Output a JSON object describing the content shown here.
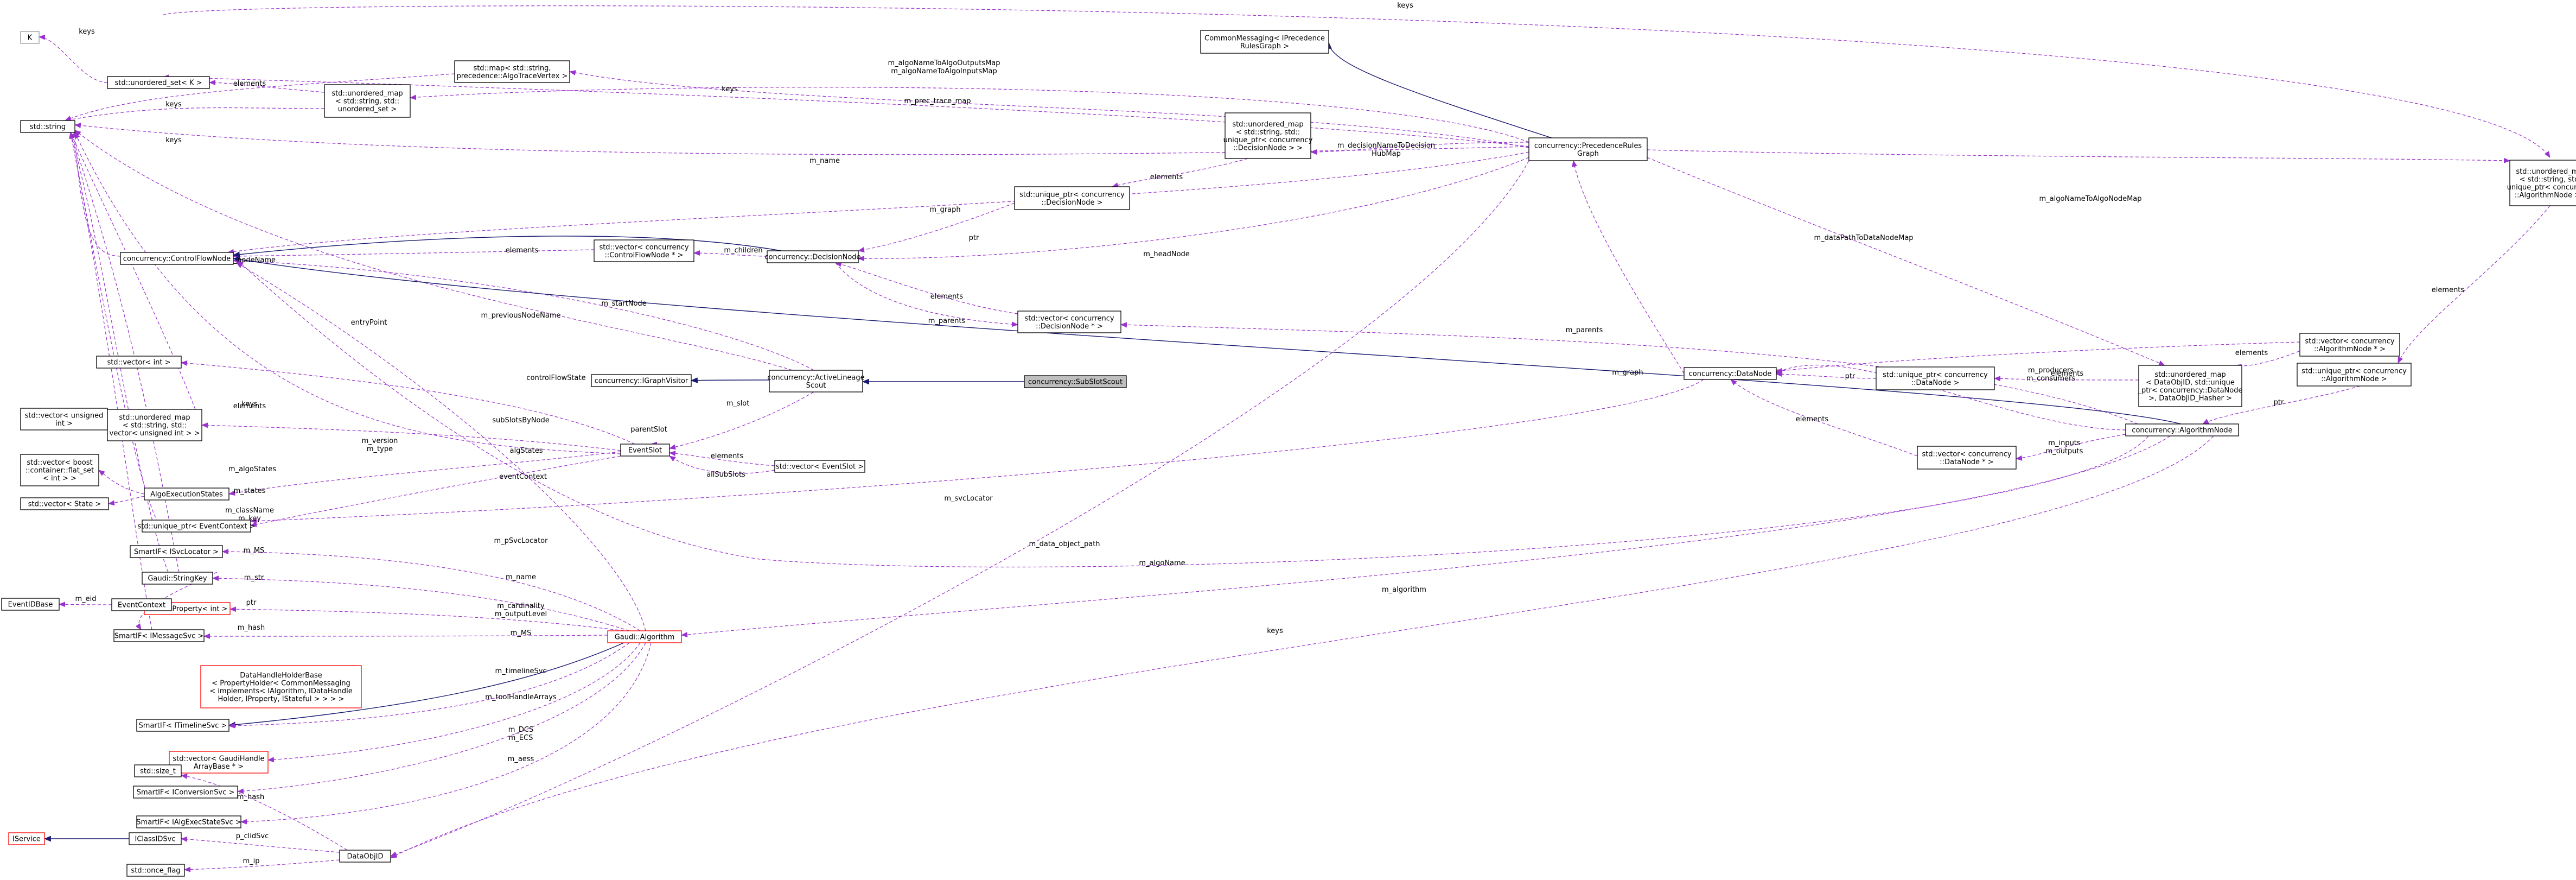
{
  "diagram": {
    "colors": {
      "usage_edge": "#9a32cd",
      "inherit_edge": "#191970",
      "node_border": "#000000",
      "external_node_border": "#ff0000",
      "template_param_border": "#999999",
      "focus_node_fill": "#bfbfbf"
    },
    "nodes": {
      "k": [
        "K"
      ],
      "unordered_set": [
        "std::unordered_set< K >"
      ],
      "umap_set": [
        "std::unordered_map",
        "< std::string, std::",
        "unordered_set >"
      ],
      "map_prec": [
        "std::map< std::string,",
        "precedence::AlgoTraceVertex >"
      ],
      "cm_graph": [
        "CommonMessaging< IPrecedence",
        "RulesGraph >"
      ],
      "umap_decision": [
        "std::unordered_map",
        "< std::string, std::",
        "unique_ptr< concurrency",
        "::DecisionNode > >"
      ],
      "prec_graph": [
        "concurrency::PrecedenceRules",
        "Graph"
      ],
      "umap_algnode": [
        "std::unordered_map",
        "< std::string, std::",
        "unique_ptr< concurrency",
        "::AlgorithmNode > >"
      ],
      "std_string": [
        "std::string"
      ],
      "cfnode": [
        "concurrency::ControlFlowNode"
      ],
      "uptr_decision": [
        "std::unique_ptr< concurrency",
        "::DecisionNode >"
      ],
      "vec_cfnode": [
        "std::vector< concurrency",
        "::ControlFlowNode * >"
      ],
      "decision_node": [
        "concurrency::DecisionNode"
      ],
      "vec_decision": [
        "std::vector< concurrency",
        "::DecisionNode * >"
      ],
      "vec_algnode": [
        "std::vector< concurrency",
        "::AlgorithmNode * >"
      ],
      "uptr_algnode": [
        "std::unique_ptr< concurrency",
        "::AlgorithmNode >"
      ],
      "vec_int": [
        "std::vector< int >"
      ],
      "igraphvisitor": [
        "concurrency::IGraphVisitor"
      ],
      "active_lineage": [
        "concurrency::ActiveLineage",
        "Scout"
      ],
      "subslot_scout": [
        "concurrency::SubSlotScout"
      ],
      "data_node": [
        "concurrency::DataNode"
      ],
      "uptr_datanode": [
        "std::unique_ptr< concurrency",
        "::DataNode >"
      ],
      "umap_dataobj": [
        "std::unordered_map",
        "< DataObjID, std::unique",
        "_ptr< concurrency::DataNode",
        ">, DataObjID_Hasher >"
      ],
      "vec_unsigned": [
        "std::vector< unsigned",
        "int >"
      ],
      "umap_vec_unsigned": [
        "std::unordered_map",
        "< std::string, std::",
        "vector< unsigned int > >"
      ],
      "event_slot": [
        "EventSlot"
      ],
      "vec_eventslot": [
        "std::vector< EventSlot >"
      ],
      "alg_node": [
        "concurrency::AlgorithmNode"
      ],
      "vec_datanode": [
        "std::vector< concurrency",
        "::DataNode * >"
      ],
      "vec_boost": [
        "std::vector< boost",
        "::container::flat_set",
        "< int > >"
      ],
      "algo_exec_states": [
        "AlgoExecutionStates"
      ],
      "vec_state": [
        "std::vector< State >"
      ],
      "uptr_eventctx": [
        "std::unique_ptr< EventContext >"
      ],
      "sif_svclocator": [
        "SmartIF< ISvcLocator >"
      ],
      "gaudi_stringkey": [
        "Gaudi::StringKey"
      ],
      "gaudi_property": [
        "Gaudi::Property< int >"
      ],
      "eventidbase": [
        "EventIDBase"
      ],
      "eventcontext": [
        "EventContext"
      ],
      "sif_messagesvc": [
        "SmartIF< IMessageSvc >"
      ],
      "gaudi_algorithm": [
        "Gaudi::Algorithm"
      ],
      "datahandle_base": [
        "DataHandleHolderBase",
        "< PropertyHolder< CommonMessaging",
        "< implements< IAlgorithm, IDataHandle",
        "Holder, IProperty, IStateful > > > >"
      ],
      "sif_timeline": [
        "SmartIF< ITimelineSvc >"
      ],
      "vec_gaudihandle": [
        "std::vector< GaudiHandle",
        "ArrayBase * >"
      ],
      "sif_conversion": [
        "SmartIF< IConversionSvc >"
      ],
      "sif_algexec": [
        "SmartIF< IAlgExecStateSvc >"
      ],
      "std_size_t": [
        "std::size_t"
      ],
      "iservice": [
        "IService"
      ],
      "iclassidsvc": [
        "IClassIDSvc"
      ],
      "dataobjid": [
        "DataObjID"
      ],
      "std_once_flag": [
        "std::once_flag"
      ]
    },
    "edge_labels": {
      "keys_top": "keys",
      "keys_k": "keys",
      "elements_set": "elements",
      "keys_umap": "keys",
      "keys_map": "keys",
      "outputs_inputs": [
        "m_algoNameToAlgoOutputsMap",
        "m_algoNameToAlgoInputsMap"
      ],
      "keys_mid": "keys",
      "prec_trace": "m_prec_trace_map",
      "decision_hub": [
        "m_decisionNameToDecision",
        "HubMap"
      ],
      "elements_dec": "elements",
      "m_name_top": "m_name",
      "m_graph_top": "m_graph",
      "algnodemap": "m_algoNameToAlgoNodeMap",
      "ptr_dec": "ptr",
      "elements_cf": "elements",
      "m_children": "m_children",
      "m_nodeName": "m_nodeName",
      "m_headNode": "m_headNode",
      "dataPath": "m_dataPathToDataNodeMap",
      "elements_vecdec": "elements",
      "m_parents_dec": "m_parents",
      "m_parents_alg": "m_parents",
      "m_startNode": "m_startNode",
      "m_previousNodeName": "m_previousNodeName",
      "elements_algnodes": "elements",
      "elements_uptr_alg": "elements",
      "ptr_alg": "ptr",
      "entryPoint": "entryPoint",
      "keys_umap2": "keys",
      "controlFlowState": "controlFlowState",
      "producers_consumers": [
        "m_producers",
        "m_consumers"
      ],
      "ptr_data": "ptr",
      "elements_data": "elements",
      "m_graph_data": "m_graph",
      "elements_unsigned": "elements",
      "subSlotsByNode": "subSlotsByNode",
      "m_slot": "m_slot",
      "parentSlot": "parentSlot",
      "m_version_type": [
        "m_version",
        "m_type"
      ],
      "algStates": "algStates",
      "elements_es": "elements",
      "allSubSlots": "allSubSlots",
      "elements_dn": "elements",
      "inputs_outputs": [
        "m_inputs",
        "m_outputs"
      ],
      "m_algoStates": "m_algoStates",
      "m_states": "m_states",
      "eventContext": "eventContext",
      "className_key": [
        "m_className",
        "m_key"
      ],
      "svcLocator": "m_svcLocator",
      "m_MS_1": "m_MS",
      "pSvcLocator": "m_pSvcLocator",
      "data_object_path": "m_data_object_path",
      "m_algoName": "m_algoName",
      "m_str": "m_str",
      "m_name_alg": "m_name",
      "m_algorithm": "m_algorithm",
      "m_eid": "m_eid",
      "ptr_ms": "ptr",
      "cardinality": [
        "m_cardinality",
        "m_outputLevel"
      ],
      "m_hash_1": "m_hash",
      "m_MS_2": "m_MS",
      "keys_bottom": "keys",
      "timelineSvc": "m_timelineSvc",
      "toolHandleArrays": "m_toolHandleArrays",
      "dcs_ecs": [
        "m_DCS",
        "m_ECS"
      ],
      "m_aess": "m_aess",
      "m_hash_2": "m_hash",
      "p_clidSvc": "p_clidSvc",
      "m_ip": "m_ip"
    }
  }
}
